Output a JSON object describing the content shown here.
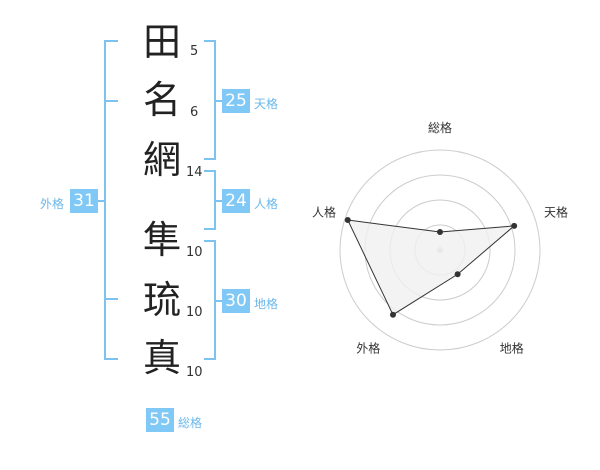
{
  "characters": [
    {
      "char": "田",
      "strokes": "5"
    },
    {
      "char": "名",
      "strokes": "6"
    },
    {
      "char": "網",
      "strokes": "14"
    },
    {
      "char": "隼",
      "strokes": "10"
    },
    {
      "char": "琉",
      "strokes": "10"
    },
    {
      "char": "真",
      "strokes": "10"
    }
  ],
  "groups": {
    "tenkaku": {
      "value": "25",
      "label": "天格"
    },
    "jinkaku": {
      "value": "24",
      "label": "人格"
    },
    "chikaku": {
      "value": "30",
      "label": "地格"
    },
    "gaikaku": {
      "value": "31",
      "label": "外格"
    },
    "soukaku": {
      "value": "55",
      "label": "総格"
    }
  },
  "chart_data": {
    "type": "radar",
    "axes": [
      "総格",
      "天格",
      "地格",
      "外格",
      "人格"
    ],
    "values": [
      0.18,
      0.78,
      0.3,
      0.8,
      0.97
    ],
    "rings": 4,
    "colors": {
      "fill": "#f0f0f0",
      "line": "#333333",
      "ring": "#cccccc",
      "point": "#333333"
    }
  },
  "colors": {
    "accent": "#80c8f5",
    "bracket": "#7cc3f0"
  }
}
